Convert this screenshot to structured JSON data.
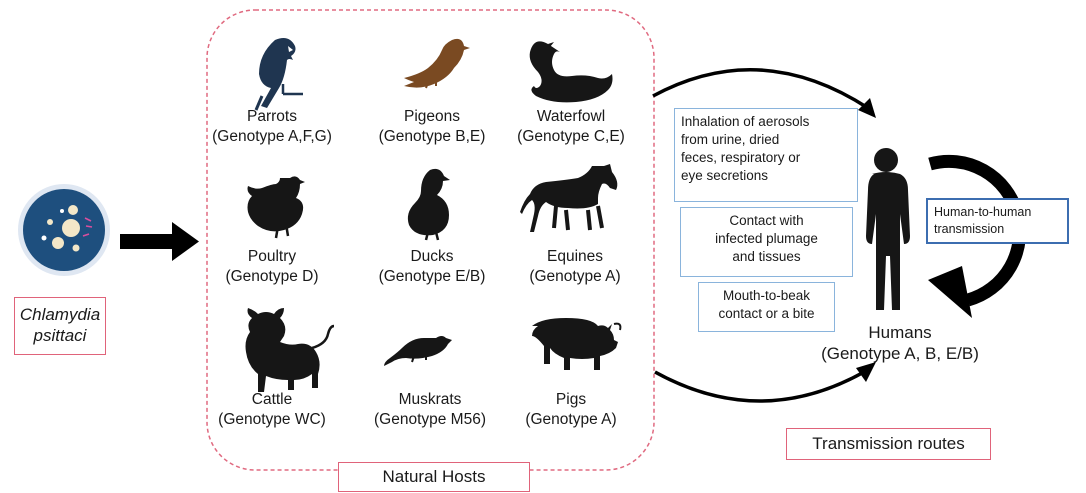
{
  "pathogen": {
    "name_line1": "Chlamydia",
    "name_line2": "psittaci"
  },
  "hosts": [
    {
      "key": "parrots",
      "name": "Parrots",
      "genotype": "(Genotype A,F,G)"
    },
    {
      "key": "pigeons",
      "name": "Pigeons",
      "genotype": "(Genotype B,E)"
    },
    {
      "key": "waterfowl",
      "name": "Waterfowl",
      "genotype": "(Genotype C,E)"
    },
    {
      "key": "poultry",
      "name": "Poultry",
      "genotype": "(Genotype D)"
    },
    {
      "key": "ducks",
      "name": "Ducks",
      "genotype": "(Genotype E/B)"
    },
    {
      "key": "equines",
      "name": "Equines",
      "genotype": "(Genotype  A)"
    },
    {
      "key": "cattle",
      "name": "Cattle",
      "genotype": "(Genotype WC)"
    },
    {
      "key": "muskrats",
      "name": "Muskrats",
      "genotype": "(Genotype M56)"
    },
    {
      "key": "pigs",
      "name": "Pigs",
      "genotype": "(Genotype A)"
    }
  ],
  "natural_hosts_label": "Natural Hosts",
  "routes": {
    "inhalation": [
      "Inhalation of aerosols",
      "from urine, dried",
      "feces, respiratory or",
      "eye secretions"
    ],
    "contact": [
      "Contact with",
      "infected plumage",
      "and tissues"
    ],
    "mouth": [
      "Mouth-to-beak",
      "contact or a bite"
    ]
  },
  "human_to_human": [
    "Human-to-human",
    "transmission"
  ],
  "humans": {
    "name": "Humans",
    "genotype": "(Genotype A, B, E/B)"
  },
  "transmission_routes_label": "Transmission routes",
  "colors": {
    "dashed_border": "#e06a80",
    "label_border": "#e0637a",
    "route_border": "#8ab4dc",
    "h2h_border": "#3c6db0",
    "parrot": "#1f3550",
    "pigeon": "#7a4a22",
    "silhouette": "#161616",
    "petri_dish": "#1e4f7e"
  }
}
